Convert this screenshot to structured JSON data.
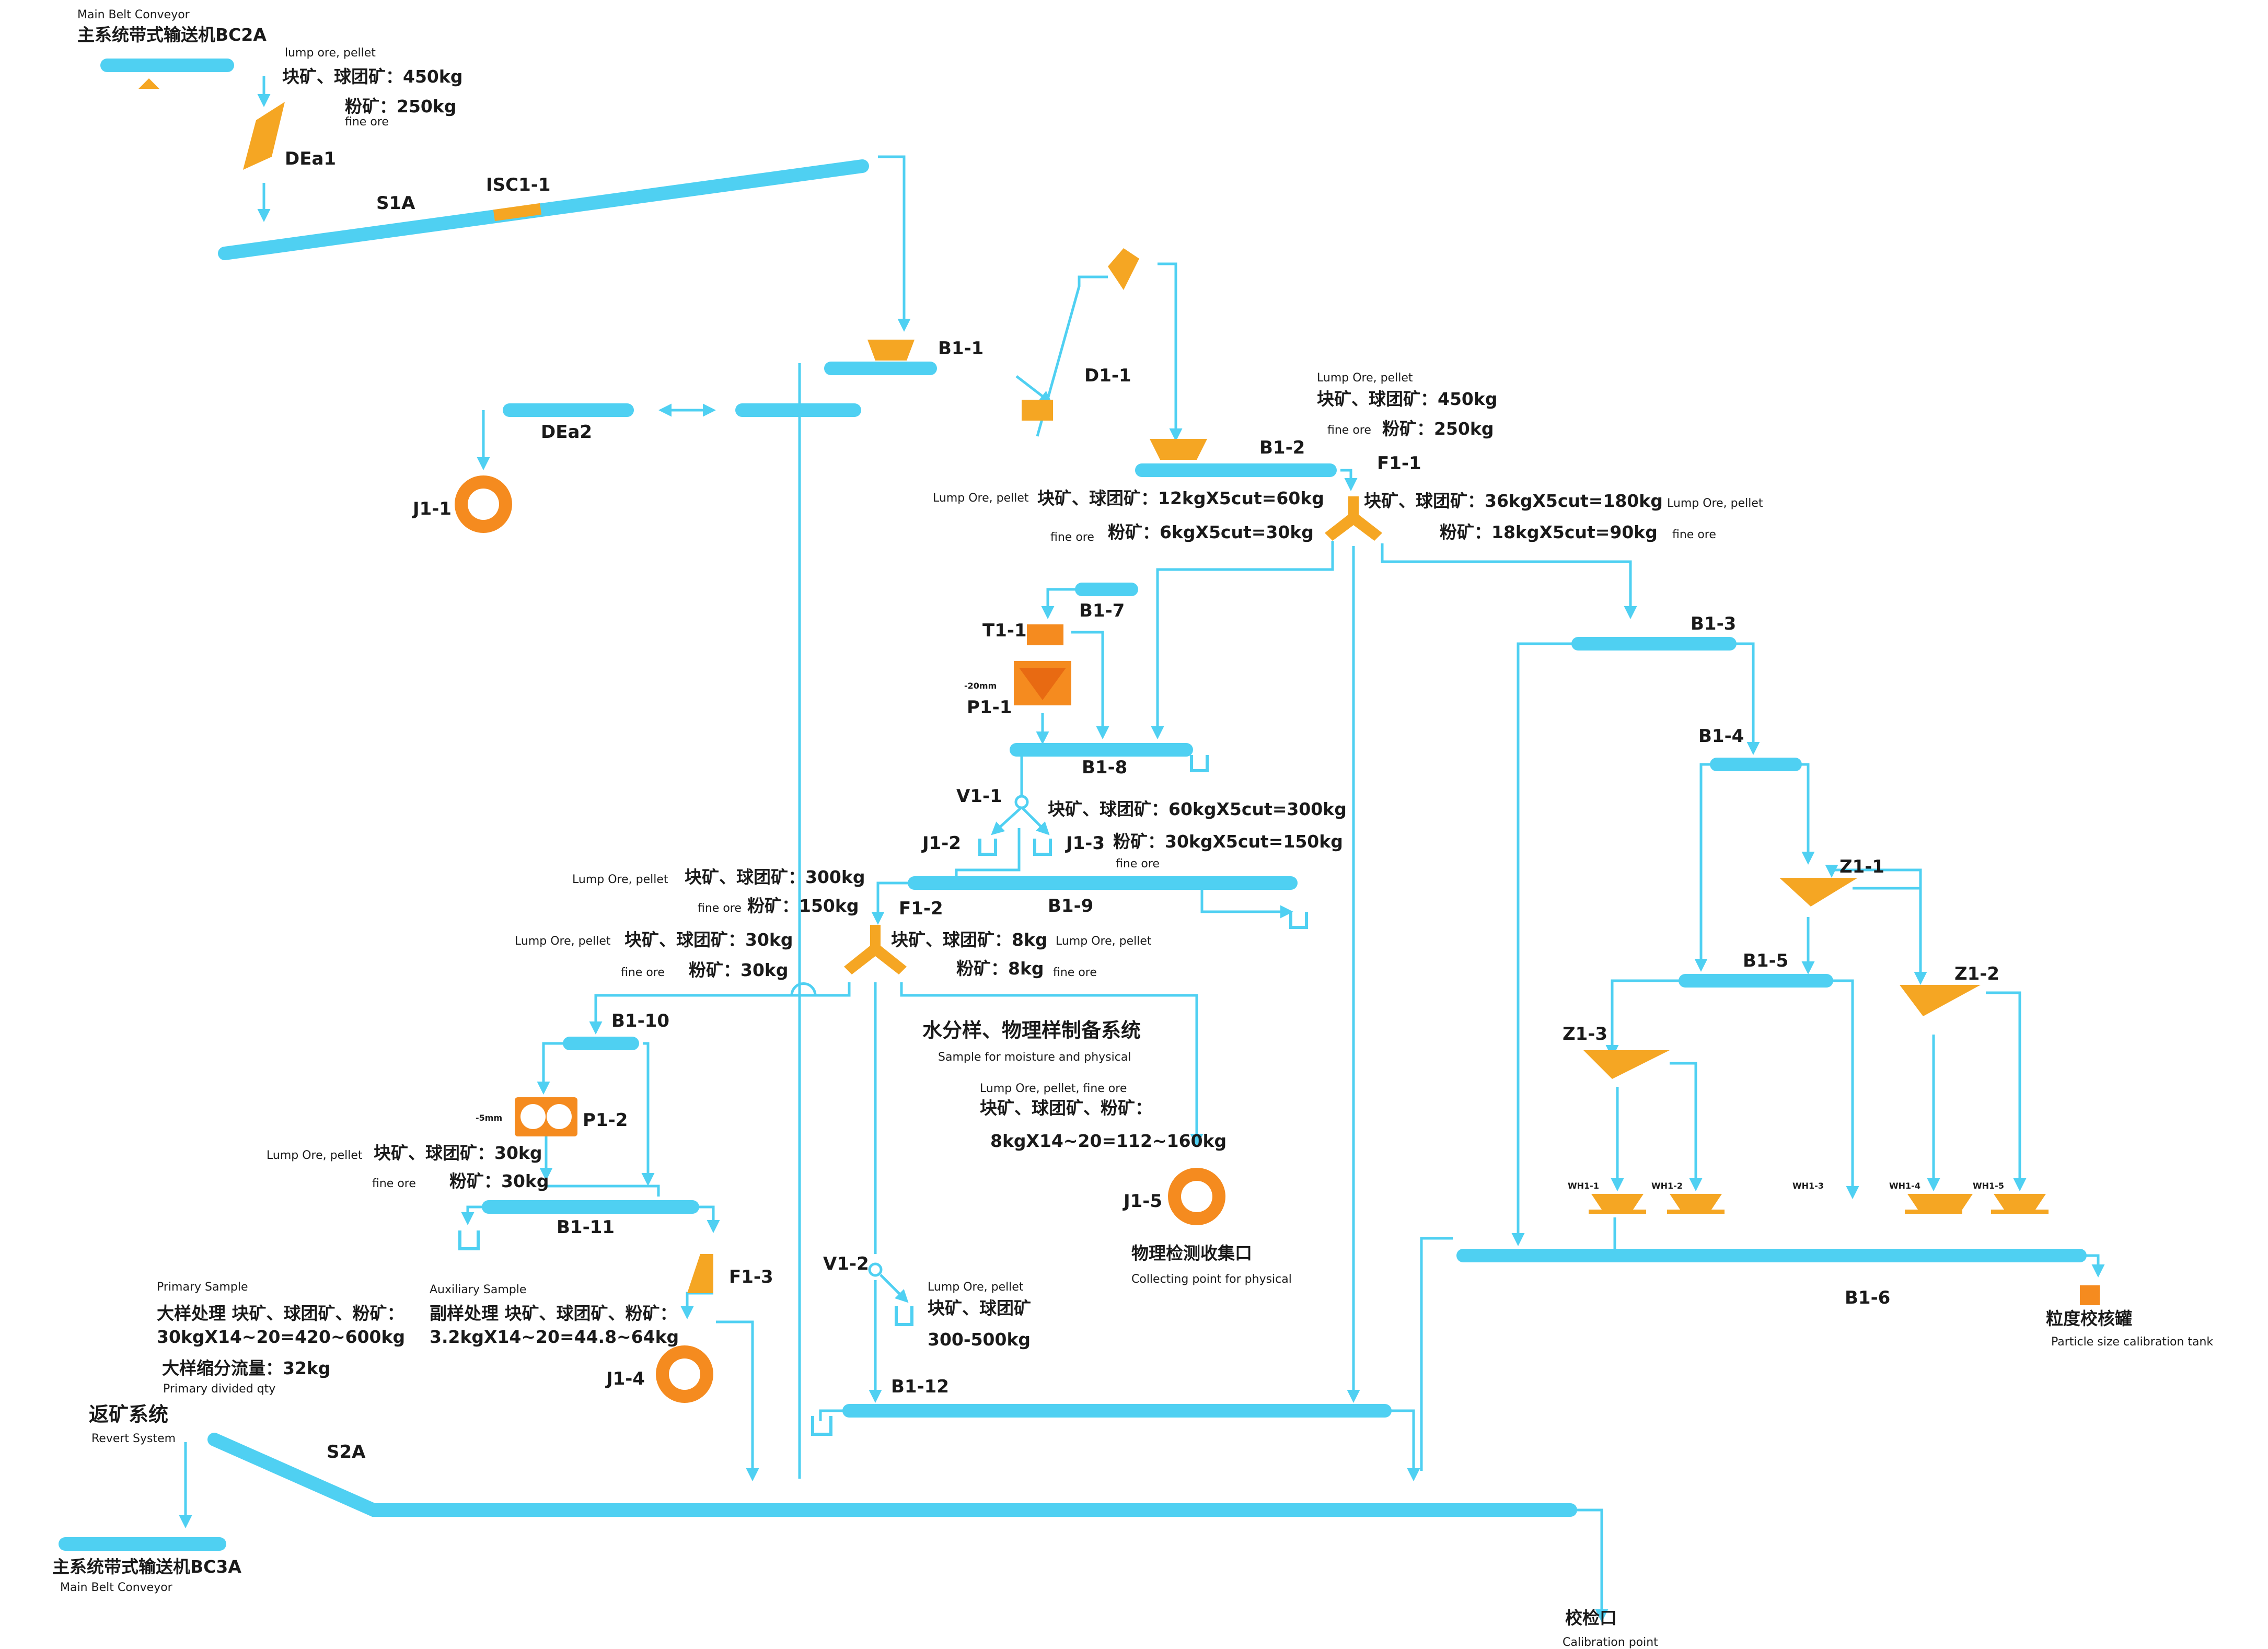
{
  "colors": {
    "belt": "#4fd0f2",
    "equipment": "#f5a623",
    "crusher": "#f58b1f",
    "text": "#1a1a1a"
  },
  "top": {
    "main_belt_en": "Main Belt Conveyor",
    "main_belt_cn": "主系统带式输送机BC2A",
    "lump_en": "lump ore, pellet",
    "lump_cn": "块矿、球团矿：450kg",
    "fine_cn": "粉矿：250kg",
    "fine_en": "fine ore",
    "dea1": "DEa1",
    "s1a": "S1A",
    "isc": "ISC1-1"
  },
  "equipment": {
    "b1_1": "B1-1",
    "d1_1": "D1-1",
    "dea2": "DEa2",
    "j1_1": "J1-1",
    "b1_2": "B1-2",
    "f1_1": "F1-1",
    "b1_7": "B1-7",
    "t1_1": "T1-1",
    "size20": "-20mm",
    "p1_1": "P1-1",
    "b1_8": "B1-8",
    "v1_1": "V1-1",
    "j1_2": "J1-2",
    "j1_3": "J1-3",
    "b1_9": "B1-9",
    "f1_2": "F1-2",
    "b1_10": "B1-10",
    "size5": "-5mm",
    "p1_2": "P1-2",
    "b1_11": "B1-11",
    "f1_3": "F1-3",
    "j1_4": "J1-4",
    "j1_5": "J1-5",
    "v1_2": "V1-2",
    "b1_12": "B1-12",
    "s2a": "S2A",
    "b1_3": "B1-3",
    "b1_4": "B1-4",
    "z1_1": "Z1-1",
    "b1_5": "B1-5",
    "z1_2": "Z1-2",
    "z1_3": "Z1-3",
    "wh1": "WH1-1",
    "wh2": "WH1-2",
    "wh3": "WH1-3",
    "wh4": "WH1-4",
    "wh5": "WH1-5",
    "b1_6": "B1-6"
  },
  "f11": {
    "in_en": "Lump Ore, pellet",
    "in_lump": "块矿、球团矿：450kg",
    "in_fine_en": "fine ore",
    "in_fine": "粉矿：250kg",
    "left_en": "Lump Ore, pellet",
    "left_lump": "块矿、球团矿：12kgX5cut=60kg",
    "left_fine_en": "fine ore",
    "left_fine": "粉矿：6kgX5cut=30kg",
    "right_lump": "块矿、球团矿：36kgX5cut=180kg",
    "right_en": "Lump Ore, pellet",
    "right_fine": "粉矿：18kgX5cut=90kg",
    "right_fine_en": "fine ore"
  },
  "v11": {
    "lump": "块矿、球团矿：60kgX5cut=300kg",
    "fine": "粉矿：30kgX5cut=150kg",
    "fine_en": "fine ore"
  },
  "f12": {
    "in_en": "Lump Ore, pellet",
    "in_lump": "块矿、球团矿：300kg",
    "in_fine_en": "fine ore",
    "in_fine": "粉矿：150kg",
    "left_en": "Lump Ore, pellet",
    "left_lump": "块矿、球团矿：30kg",
    "left_fine_en": "fine ore",
    "left_fine": "粉矿：30kg",
    "right_lump": "块矿、球团矿：8kg",
    "right_en": "Lump Ore, pellet",
    "right_fine": "粉矿：8kg",
    "right_fine_en": "fine ore"
  },
  "moisture": {
    "title_cn": "水分样、物理样制备系统",
    "title_en": "Sample for moisture  and physical",
    "items_en": "Lump Ore, pellet, fine ore",
    "items_cn": "块矿、球团矿、粉矿：",
    "qty": "8kgX14~20=112~160kg",
    "collect_cn": "物理检测收集口",
    "collect_en": "Collecting point for physical"
  },
  "p12": {
    "lump_en": "Lump Ore, pellet",
    "lump": "块矿、球团矿：30kg",
    "fine_en": "fine ore",
    "fine": "粉矿：30kg"
  },
  "samples": {
    "primary_en": "Primary Sample",
    "primary_cn": "大样处理  块矿、球团矿、粉矿：",
    "primary_qty": "30kgX14~20=420~600kg",
    "aux_en": "Auxiliary Sample",
    "aux_cn": "副样处理  块矿、球团矿、粉矿：",
    "aux_qty": "3.2kgX14~20=44.8~64kg",
    "divided_cn": "大样缩分流量：32kg",
    "divided_en": "Primary divided qty"
  },
  "v12": {
    "en": "Lump Ore, pellet",
    "cn": "块矿、球团矿",
    "qty": "300-500kg"
  },
  "revert": {
    "cn": "返矿系统",
    "en": "Revert System",
    "belt_cn": "主系统带式输送机BC3A",
    "belt_en": "Main Belt Conveyor"
  },
  "calibration": {
    "point_cn": "校检口",
    "point_en": "Calibration point",
    "tank_cn": "粒度校核罐",
    "tank_en": "Particle size calibration tank"
  }
}
